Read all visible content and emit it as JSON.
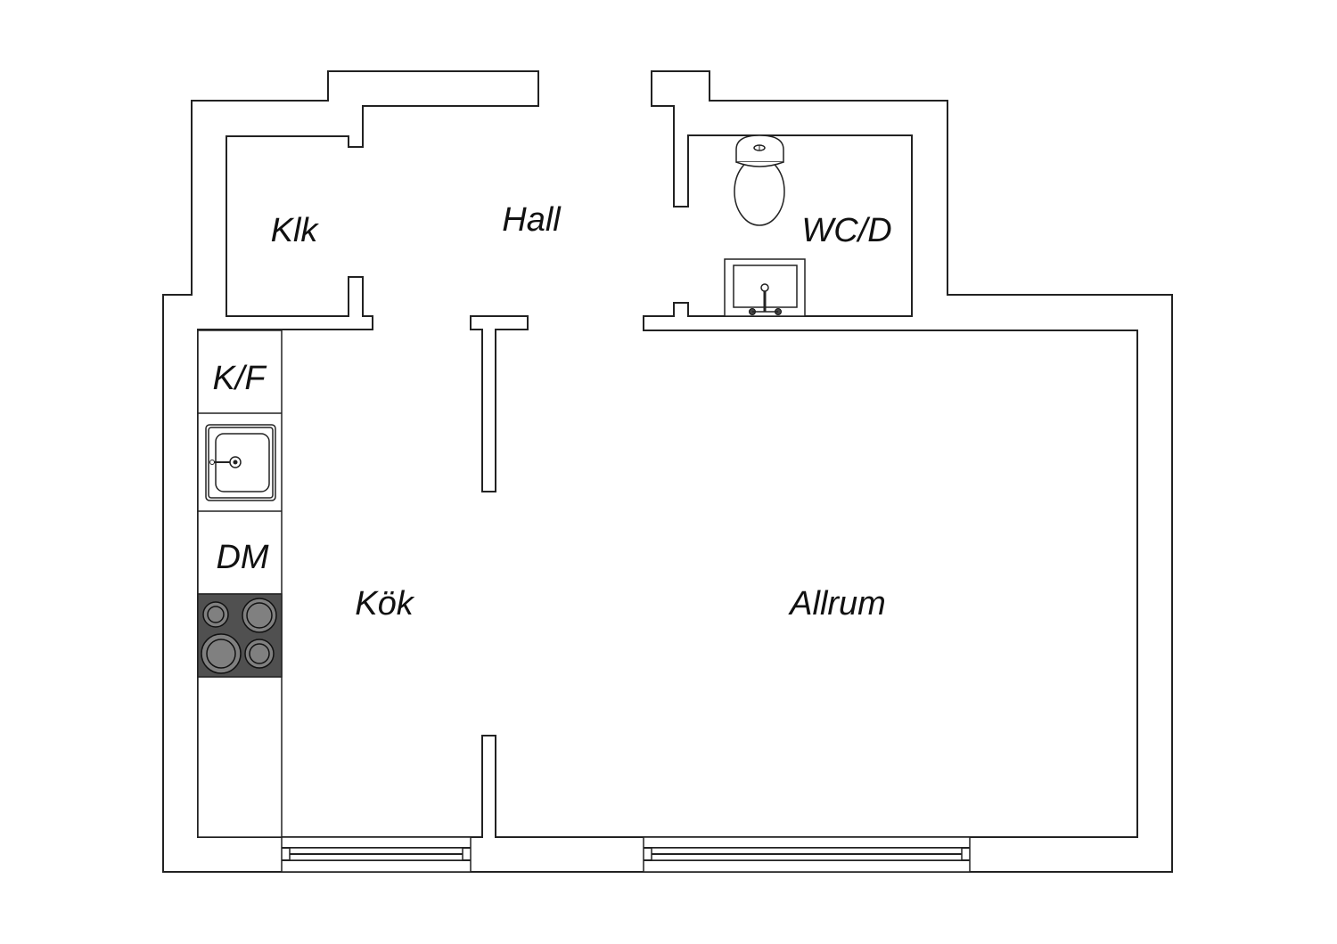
{
  "plan": {
    "rooms": {
      "klk": "Klk",
      "hall": "Hall",
      "wc": "WC/D",
      "kf": "K/F",
      "dm": "DM",
      "kok": "Kök",
      "allrum": "Allrum"
    },
    "colors": {
      "line": "#222222",
      "stove": "#505050",
      "burner": "#808080"
    }
  }
}
